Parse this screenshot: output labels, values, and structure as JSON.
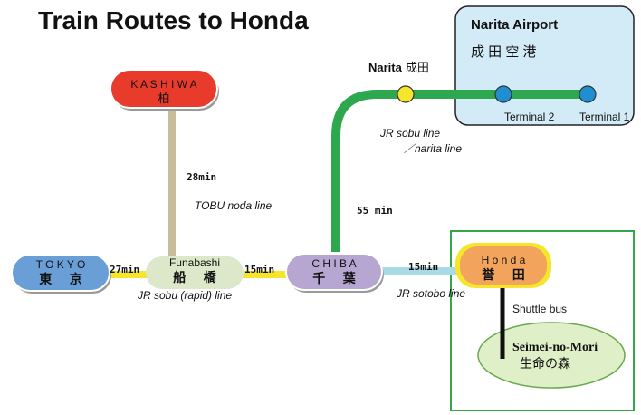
{
  "title": "Train Routes to Honda",
  "airport": {
    "title": "Narita  Airport",
    "jp": "成  田  空  港",
    "terminal2": "Terminal 2",
    "terminal1": "Terminal 1"
  },
  "stations": {
    "kashiwa": {
      "en": "K A S H I W A",
      "jp": "柏"
    },
    "tokyo": {
      "en": "T O K Y O",
      "jp": "東     京"
    },
    "funabashi": {
      "en": "Funabashi",
      "jp": "船     橋"
    },
    "chiba": {
      "en": "C H I B A",
      "jp": "千     葉"
    },
    "honda": {
      "en": "H o n d a",
      "jp": "誉     田"
    },
    "narita": {
      "en": "Narita",
      "jp": "成田"
    },
    "seimei": {
      "en": "Seimei-no-Mori",
      "jp": "生命の森"
    }
  },
  "lines": {
    "tobu": "TOBU noda line",
    "jr_sobu_rapid": "JR sobu (rapid) line",
    "jr_sobu_narita_1": "JR sobu line",
    "jr_sobu_narita_2": "／narita line",
    "jr_sotobo": "JR sotobo line",
    "shuttle": "Shuttle bus"
  },
  "times": {
    "kashiwa_funabashi": "28min",
    "tokyo_funabashi": "27min",
    "funabashi_chiba": "15min",
    "chiba_narita": "55 min",
    "chiba_honda": "15min"
  },
  "colors": {
    "yellow_line": "#f5e62c",
    "green_line": "#2ea84f",
    "tan_line": "#c8bd9a",
    "sotobo_line": "#a8dbe6",
    "kashiwa": "#e83b2c",
    "tokyo": "#6a9ed6",
    "funabashi": "#dde7c9",
    "chiba": "#b7a6d1",
    "honda": "#f2a35c",
    "airport_box": "#d3ebf7",
    "terminal": "#1f8fd1",
    "frame_green": "#36a64b"
  }
}
